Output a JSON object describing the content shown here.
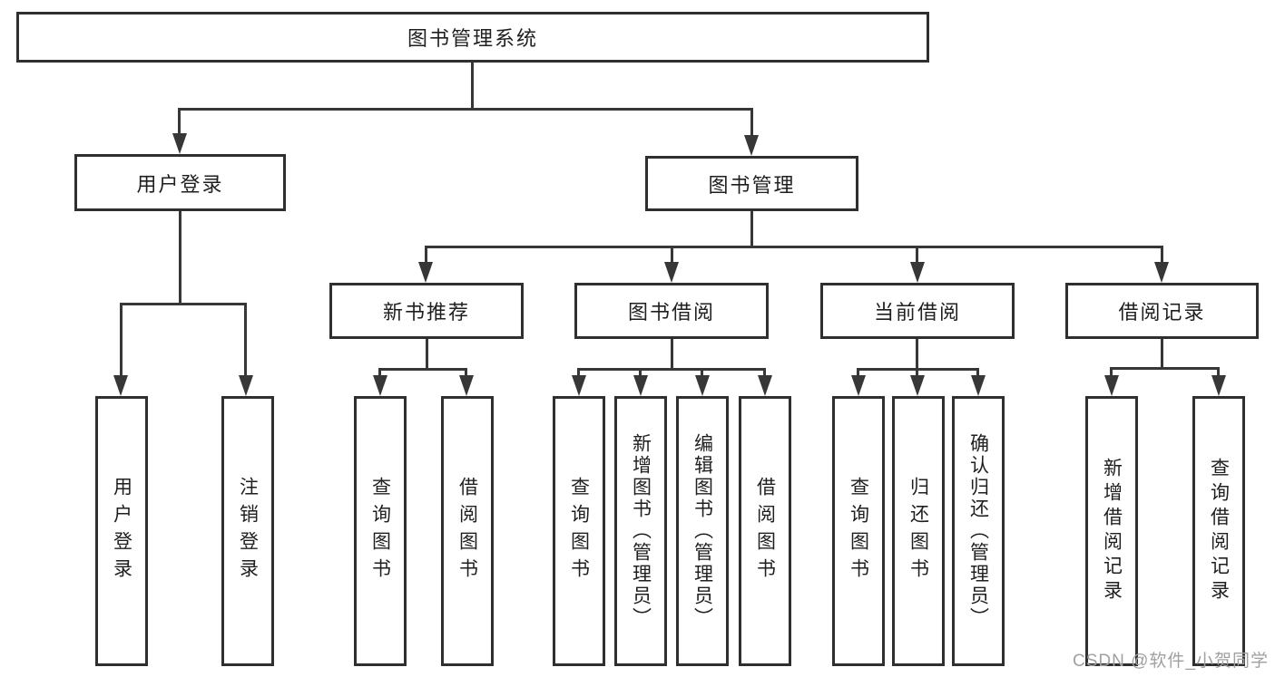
{
  "diagram_type": "tree-diagram",
  "colors": {
    "background": "#ffffff",
    "line": "#373737",
    "box_border": "#2f2f2f",
    "text": "#1f1f1f",
    "watermark_text": "#a0a0a0"
  },
  "tree": {
    "label": "图书管理系统",
    "children": [
      {
        "label": "用户登录",
        "children": [
          {
            "label": "用户登录"
          },
          {
            "label": "注销登录"
          }
        ]
      },
      {
        "label": "图书管理",
        "children": [
          {
            "label": "新书推荐",
            "children": [
              {
                "label": "查询图书"
              },
              {
                "label": "借阅图书"
              }
            ]
          },
          {
            "label": "图书借阅",
            "children": [
              {
                "label": "查询图书"
              },
              {
                "label": "新增图书（管理员）"
              },
              {
                "label": "编辑图书（管理员）"
              },
              {
                "label": "借阅图书"
              }
            ]
          },
          {
            "label": "当前借阅",
            "children": [
              {
                "label": "查询图书"
              },
              {
                "label": "归还图书"
              },
              {
                "label": "确认归还（管理员）"
              }
            ]
          },
          {
            "label": "借阅记录",
            "children": [
              {
                "label": "新增借阅记录"
              },
              {
                "label": "查询借阅记录"
              }
            ]
          }
        ]
      }
    ]
  },
  "watermark": "CSDN @软件_小贺同学"
}
